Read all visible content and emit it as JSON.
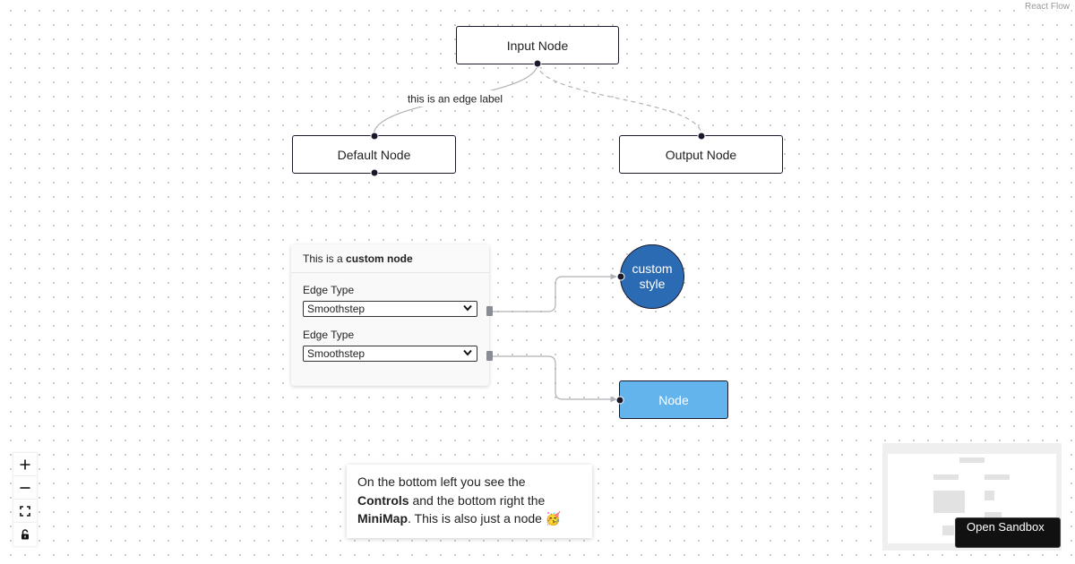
{
  "attribution": "React Flow",
  "nodes": {
    "input": "Input Node",
    "default": "Default Node",
    "output": "Output Node",
    "circle": "custom style",
    "blue": "Node"
  },
  "edges": {
    "label": "this is an edge label"
  },
  "custom_node": {
    "title_prefix": "This is a ",
    "title_bold": "custom node",
    "fields": [
      {
        "label": "Edge Type",
        "value": "Smoothstep"
      },
      {
        "label": "Edge Type",
        "value": "Smoothstep"
      }
    ]
  },
  "note": {
    "line1": "On the bottom left you see the",
    "bold1": "Controls",
    "mid": " and the bottom right the",
    "bold2": "MiniMap",
    "end": ". This is also just a node",
    "emoji": "🥳"
  },
  "controls": {
    "items": [
      "zoom-in-icon",
      "zoom-out-icon",
      "fit-view-icon",
      "lock-icon"
    ]
  },
  "sandbox": {
    "label": "Open Sandbox"
  },
  "colors": {
    "circle_fill": "#2b6bb3",
    "blue_node_fill": "#63b3ed",
    "edge_stroke": "#b1b1b7",
    "node_border": "#1a192b"
  }
}
